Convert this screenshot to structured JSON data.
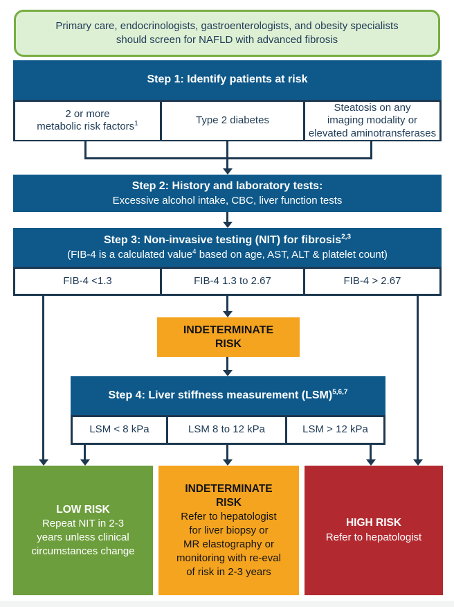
{
  "colors": {
    "header_blue": "#0e598a",
    "navy_line": "#1d3850",
    "banner_fill": "#def0d4",
    "banner_border": "#77ad43",
    "orange": "#f5a41f",
    "green": "#6d9e3d",
    "red": "#b22a30"
  },
  "banner": {
    "text": "Primary care, endocrinologists, gastroenterologists, and obesity specialists should screen for NAFLD with advanced fibrosis"
  },
  "step1": {
    "title": "Step 1: Identify patients at risk",
    "cells": [
      {
        "lines": [
          "2 or more",
          "metabolic risk factors"
        ],
        "sup": "1"
      },
      {
        "lines": [
          "Type 2 diabetes"
        ]
      },
      {
        "lines": [
          "Steatosis on any",
          "imaging modality or",
          "elevated aminotransferases"
        ]
      }
    ]
  },
  "step2": {
    "title": "Step 2: History and laboratory tests:",
    "subtitle": "Excessive alcohol intake, CBC, liver function tests"
  },
  "step3": {
    "title": "Step 3: Non-invasive testing (NIT) for fibrosis",
    "title_sup": "2,3",
    "sub_pre": "(FIB-4 is a calculated value",
    "sub_sup": "4",
    "sub_post": " based on age, AST, ALT & platelet count)",
    "cells": [
      "FIB-4 <1.3",
      "FIB-4 1.3 to 2.67",
      "FIB-4 > 2.67"
    ]
  },
  "mid": {
    "line1": "INDETERMINATE",
    "line2": "RISK"
  },
  "step4": {
    "title": "Step 4: Liver stiffness measurement (LSM)",
    "title_sup": "5,6,7",
    "cells": [
      "LSM < 8 kPa",
      "LSM 8 to 12 kPa",
      "LSM > 12 kPa"
    ]
  },
  "outcomes": {
    "low": {
      "title": "LOW RISK",
      "lines": [
        "Repeat NIT in 2-3",
        "years unless clinical",
        "circumstances change"
      ]
    },
    "indeterminate": {
      "title_lines": [
        "INDETERMINATE",
        "RISK"
      ],
      "lines": [
        "Refer to hepatologist",
        "for liver biopsy or",
        "MR elastography or",
        "monitoring with re-eval",
        "of risk in 2-3 years"
      ]
    },
    "high": {
      "title": "HIGH RISK",
      "body": "Refer to hepatologist"
    }
  }
}
